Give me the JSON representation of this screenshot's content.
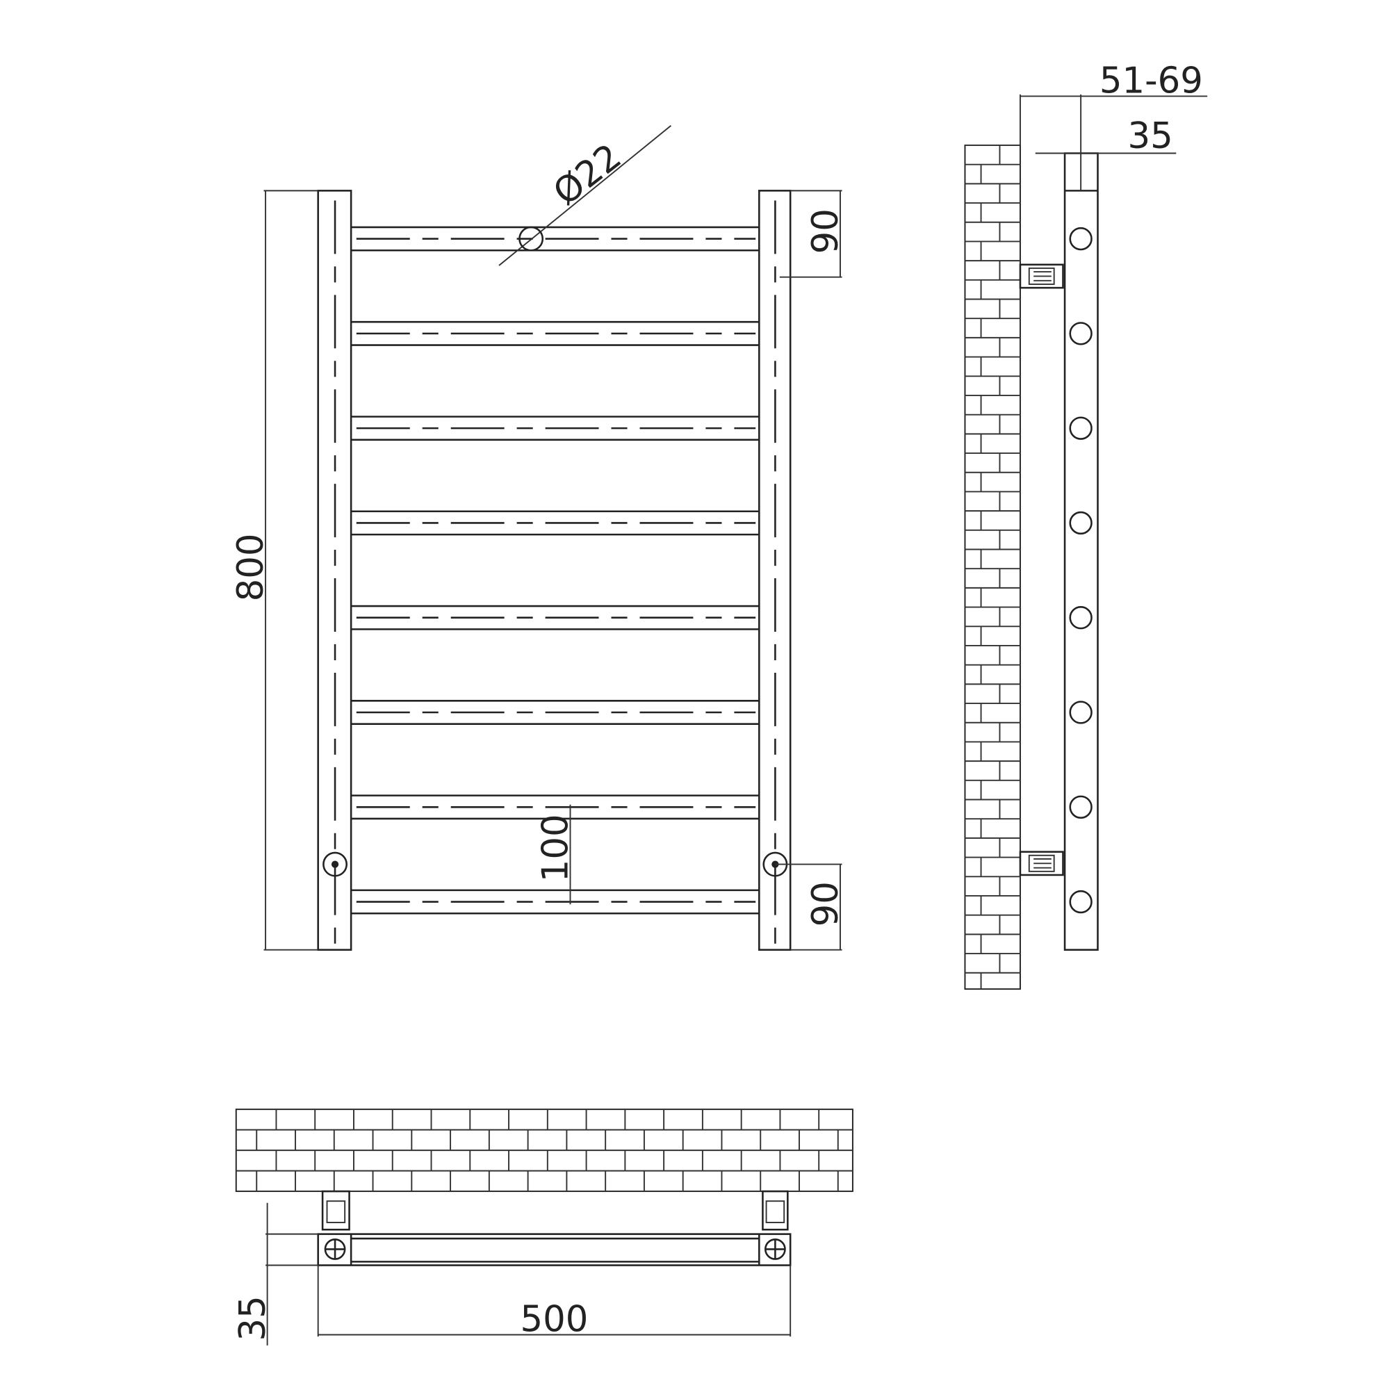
{
  "front_view": {
    "diameter_label": "Ø22",
    "height_label": "800",
    "top_offset_label": "90",
    "bottom_offset_label": "90",
    "bar_spacing_label": "100",
    "bar_count": 8
  },
  "side_view": {
    "wall_distance_label": "51-69",
    "depth_label": "35",
    "hole_count": 8
  },
  "bottom_view": {
    "depth_label": "35",
    "width_label": "500"
  },
  "colors": {
    "line": "#222222",
    "background": "#ffffff"
  }
}
